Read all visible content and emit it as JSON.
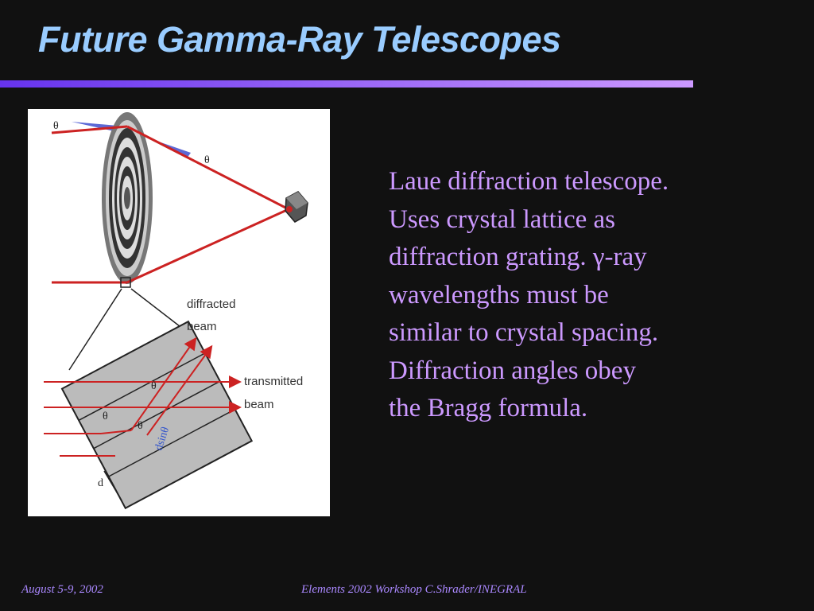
{
  "slide": {
    "title": "Future Gamma-Ray Telescopes",
    "accent_colors": {
      "title": "#99ccff",
      "bar_start": "#6633ee",
      "bar_end": "#cc99ff",
      "text": "#cc99ff",
      "background": "#111111"
    }
  },
  "figure": {
    "labels": {
      "theta_top_left": "θ",
      "theta_top_right": "θ",
      "diffracted_1": "diffracted",
      "diffracted_2": "beam",
      "transmitted_1": "transmitted",
      "transmitted_2": "beam",
      "theta_crystal_1": "θ",
      "theta_crystal_2": "θ",
      "theta_crystal_3": "θ",
      "dsin": "dsinθ",
      "d": "d"
    }
  },
  "body": {
    "lines": [
      "Laue diffraction telescope.",
      "Uses crystal lattice as",
      "diffraction grating. γ-ray",
      "wavelengths must be",
      "similar to crystal spacing.",
      "Diffraction angles obey",
      "the Bragg formula."
    ]
  },
  "footer": {
    "date": "August 5-9, 2002",
    "event": "Elements 2002 Workshop  C.Shrader/INEGRAL"
  }
}
